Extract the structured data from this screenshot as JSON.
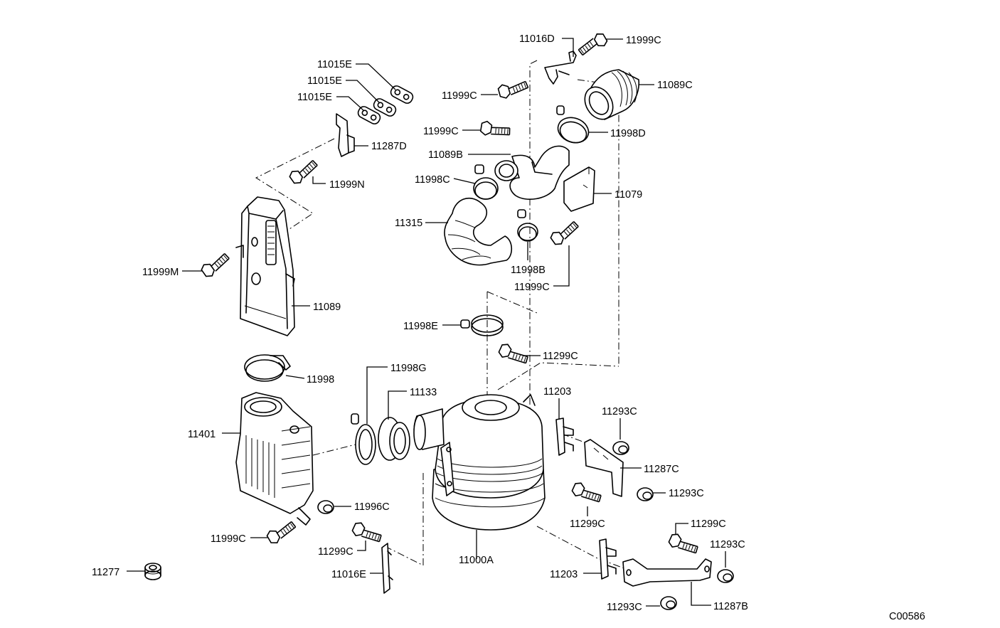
{
  "figure_code": "C00586",
  "parts": [
    {
      "key": "p11016D",
      "label": "11016D"
    },
    {
      "key": "p11999C_a",
      "label": "11999C"
    },
    {
      "key": "p11015E_a",
      "label": "11015E"
    },
    {
      "key": "p11015E_b",
      "label": "11015E"
    },
    {
      "key": "p11015E_c",
      "label": "11015E"
    },
    {
      "key": "p11089C",
      "label": "11089C"
    },
    {
      "key": "p11999C_b",
      "label": "11999C"
    },
    {
      "key": "p11999C_c",
      "label": "11999C"
    },
    {
      "key": "p11998D",
      "label": "11998D"
    },
    {
      "key": "p11287D",
      "label": "11287D"
    },
    {
      "key": "p11089B",
      "label": "11089B"
    },
    {
      "key": "p11998C",
      "label": "11998C"
    },
    {
      "key": "p11079",
      "label": "11079"
    },
    {
      "key": "p11999N",
      "label": "11999N"
    },
    {
      "key": "p11315",
      "label": "11315"
    },
    {
      "key": "p11998B",
      "label": "11998B"
    },
    {
      "key": "p11999M",
      "label": "11999M"
    },
    {
      "key": "p11999C_d",
      "label": "11999C"
    },
    {
      "key": "p11089",
      "label": "11089"
    },
    {
      "key": "p11998E",
      "label": "11998E"
    },
    {
      "key": "p11299C_a",
      "label": "11299C"
    },
    {
      "key": "p11998",
      "label": "11998"
    },
    {
      "key": "p11998G",
      "label": "11998G"
    },
    {
      "key": "p11133",
      "label": "11133"
    },
    {
      "key": "p11203_a",
      "label": "11203"
    },
    {
      "key": "p11293C_a",
      "label": "11293C"
    },
    {
      "key": "p11401",
      "label": "11401"
    },
    {
      "key": "p11287C",
      "label": "11287C"
    },
    {
      "key": "p11293C_b",
      "label": "11293C"
    },
    {
      "key": "p11996C",
      "label": "11996C"
    },
    {
      "key": "p11299C_b",
      "label": "11299C"
    },
    {
      "key": "p11299C_c",
      "label": "11299C"
    },
    {
      "key": "p11999C_e",
      "label": "11999C"
    },
    {
      "key": "p11299C_d",
      "label": "11299C"
    },
    {
      "key": "p11293C_c",
      "label": "11293C"
    },
    {
      "key": "p11000A",
      "label": "11000A"
    },
    {
      "key": "p11277",
      "label": "11277"
    },
    {
      "key": "p11016E",
      "label": "11016E"
    },
    {
      "key": "p11203_b",
      "label": "11203"
    },
    {
      "key": "p11293C_d",
      "label": "11293C"
    },
    {
      "key": "p11287B",
      "label": "11287B"
    }
  ]
}
